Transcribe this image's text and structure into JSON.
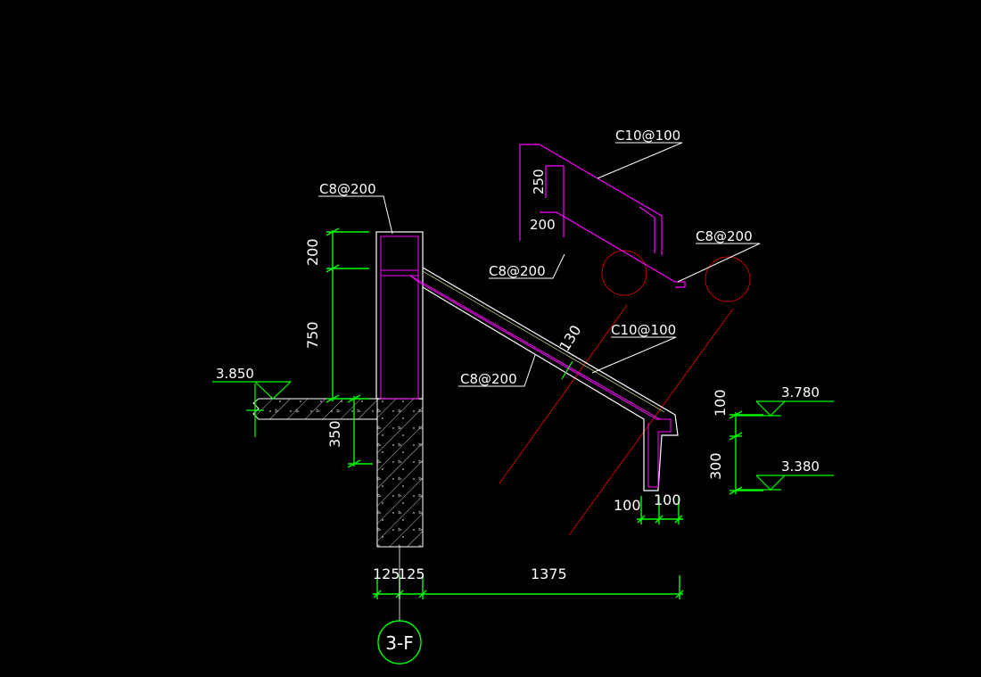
{
  "colors": {
    "background": "#000000",
    "outline": "#ffffff",
    "rebar": "#ff00ff",
    "dimension": "#00ff00",
    "hatch": "#bfbfbf",
    "construction": "#c80000",
    "grid_circle": "#00ff00"
  },
  "labels": {
    "rebar_col_top": "C8@200",
    "rebar_detail_top": "C10@100",
    "rebar_detail_left": "C8@200",
    "rebar_detail_right": "C8@200",
    "rebar_slab_main": "C10@100",
    "rebar_slab_dist": "C8@200",
    "detail_dim_250": "250",
    "detail_dim_200": "200"
  },
  "dimensions": {
    "col_top": "200",
    "col_mid": "750",
    "wall_drop": "350",
    "slab_thickness": "130",
    "edge_top": "100",
    "edge_bottom": "300",
    "edge_w1": "100",
    "edge_w2": "100",
    "bottom_a": "125",
    "bottom_b": "125",
    "bottom_span": "1375"
  },
  "elevations": {
    "left": "3.850",
    "right_top": "3.780",
    "right_bottom": "3.380"
  },
  "grid_axis": {
    "label": "3-F"
  }
}
